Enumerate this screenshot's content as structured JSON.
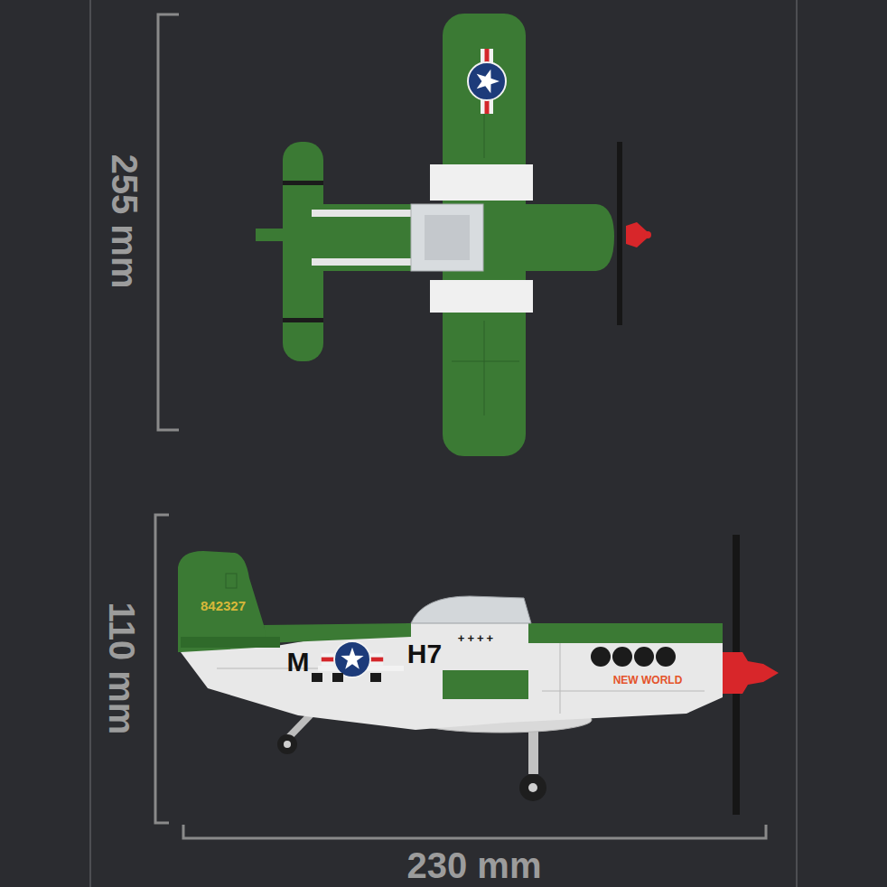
{
  "diagram": {
    "labels": [
      "255 mm",
      "110 mm",
      "230 mm",
      "842327",
      "M",
      "H7",
      "++++",
      "NEW WORLD"
    ]
  }
}
